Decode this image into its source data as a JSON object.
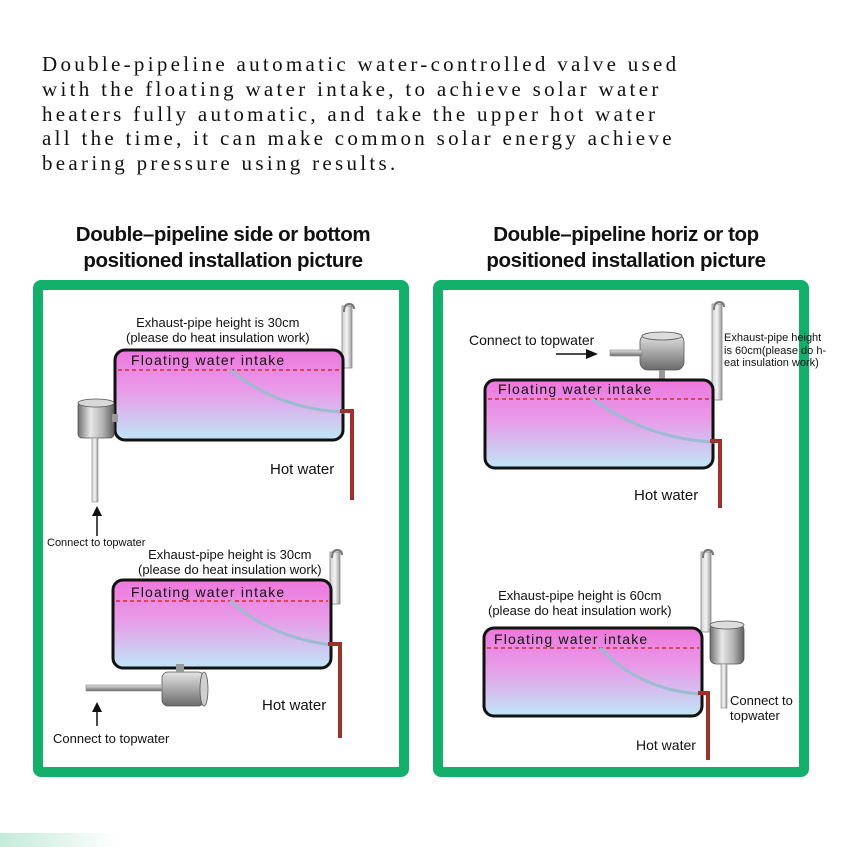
{
  "intro_lines": [
    "Double-pipeline automatic water-controlled valve used",
    "with the floating water intake, to achieve solar water",
    "heaters fully automatic, and take the upper hot water",
    "all the time, it can make common solar energy achieve",
    "bearing pressure using results."
  ],
  "left_panel": {
    "title_lines": [
      "Double–pipeline side or bottom",
      "positioned installation picture"
    ],
    "top": {
      "exhaust_lines": [
        "Exhaust-pipe height is 30cm",
        "(please do heat insulation work)"
      ],
      "floating": "Floating water intake",
      "hot_water": "Hot water",
      "connect": "Connect to topwater"
    },
    "bottom": {
      "exhaust_lines": [
        "Exhaust-pipe height is 30cm",
        "(please do heat insulation work)"
      ],
      "floating": "Floating water intake",
      "hot_water": "Hot water",
      "connect": "Connect to topwater"
    }
  },
  "right_panel": {
    "title_lines": [
      "Double–pipeline horiz or top",
      "positioned installation picture"
    ],
    "top": {
      "connect": "Connect to topwater",
      "exhaust_lines": [
        "Exhaust-pipe height",
        "is 60cm(please do h-",
        "eat insulation work)"
      ],
      "floating": "Floating water intake",
      "hot_water": "Hot water"
    },
    "bottom": {
      "exhaust_lines": [
        "Exhaust-pipe height is 60cm",
        "(please do heat insulation work)"
      ],
      "floating": "Floating water intake",
      "connect_lines": [
        "Connect to",
        "topwater"
      ],
      "hot_water": "Hot water"
    }
  },
  "colors": {
    "panel_border": "#13b06c",
    "hot_pipe": "#a0302a",
    "water_top": "#ee77dd",
    "water_bottom": "#bfe6f5"
  }
}
